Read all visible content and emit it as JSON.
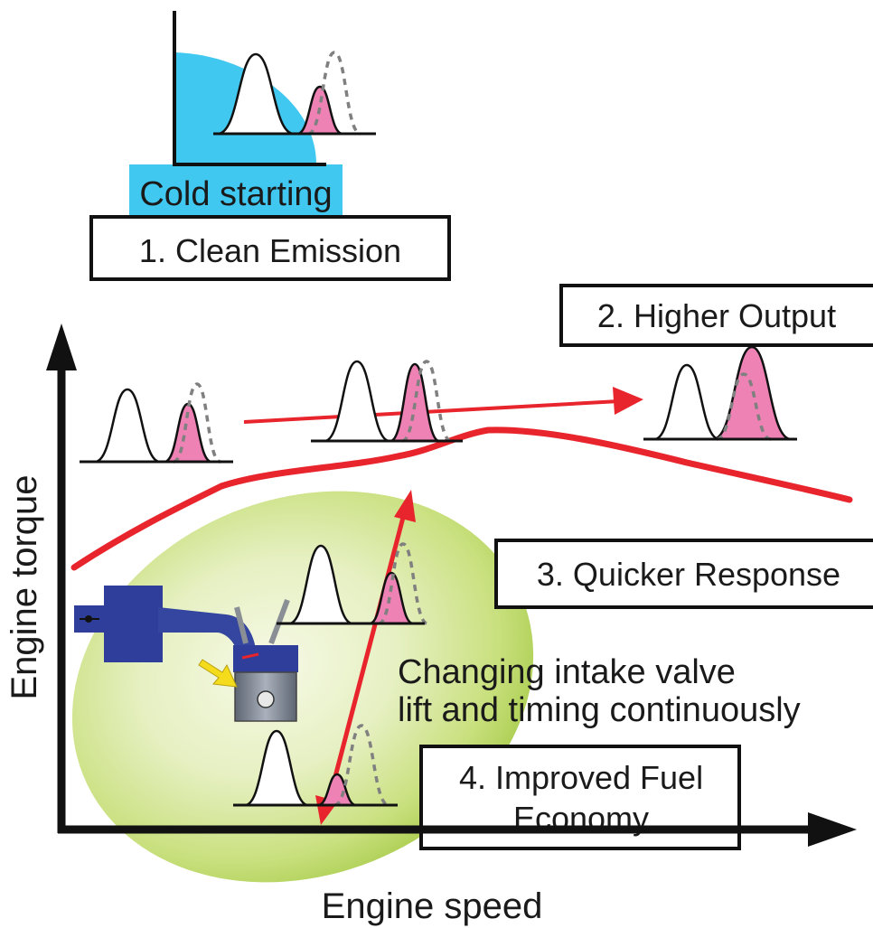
{
  "panels": {
    "clean_emission": {
      "box_label": "1. Clean Emission",
      "condition_label": "Cold starting"
    },
    "higher_output": {
      "box_label": "2. Higher Output"
    },
    "quicker_response": {
      "box_label": "3. Quicker Response"
    },
    "fuel_economy": {
      "box_label_line1": "4. Improved Fuel",
      "box_label_line2": "Economy"
    }
  },
  "annotation": {
    "line1": "Changing intake valve",
    "line2": "lift and timing continuously"
  },
  "axes": {
    "x_label": "Engine speed",
    "y_label": "Engine torque"
  },
  "colors": {
    "cold_region": "#41c8f0",
    "intake_lift_fill": "#ee82b4",
    "curve": "#e8242c",
    "zone_center": "#e6f0c2",
    "zone_edge": "#9fc83c",
    "manifold": "#2e3e9a",
    "piston": "#7a8290",
    "valve_arrow": "#f4dc1c"
  },
  "icons": [
    "valve-lift-profile",
    "intake-manifold-icon",
    "piston-icon",
    "yellow-flow-arrow-icon"
  ]
}
